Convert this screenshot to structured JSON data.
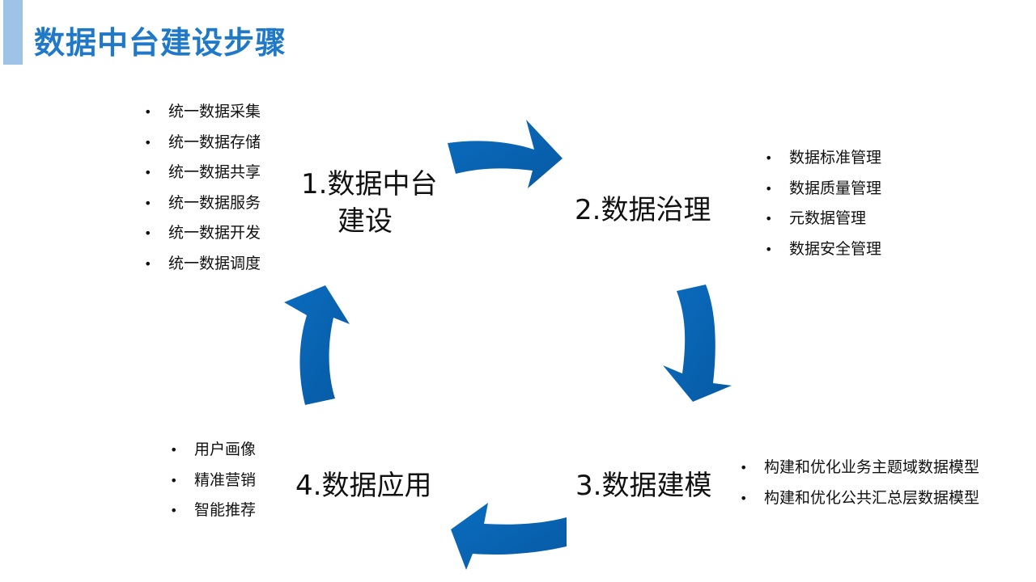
{
  "page": {
    "title": "数据中台建设步骤"
  },
  "colors": {
    "accent_bar": "#9dc3e6",
    "title": "#1f78c8",
    "arrow": "#0a66b8"
  },
  "steps": [
    {
      "label_lines": [
        "1.数据中台",
        "建设"
      ],
      "items": [
        "统一数据采集",
        "统一数据存储",
        "统一数据共享",
        "统一数据服务",
        "统一数据开发",
        "统一数据调度"
      ]
    },
    {
      "label_lines": [
        "2.数据治理"
      ],
      "items": [
        "数据标准管理",
        "数据质量管理",
        "元数据管理",
        "数据安全管理"
      ]
    },
    {
      "label_lines": [
        "3.数据建模"
      ],
      "items": [
        "构建和优化业务主题域数据模型",
        "构建和优化公共汇总层数据模型"
      ]
    },
    {
      "label_lines": [
        "4.数据应用"
      ],
      "items": [
        "用户画像",
        "精准营销",
        "智能推荐"
      ]
    }
  ]
}
